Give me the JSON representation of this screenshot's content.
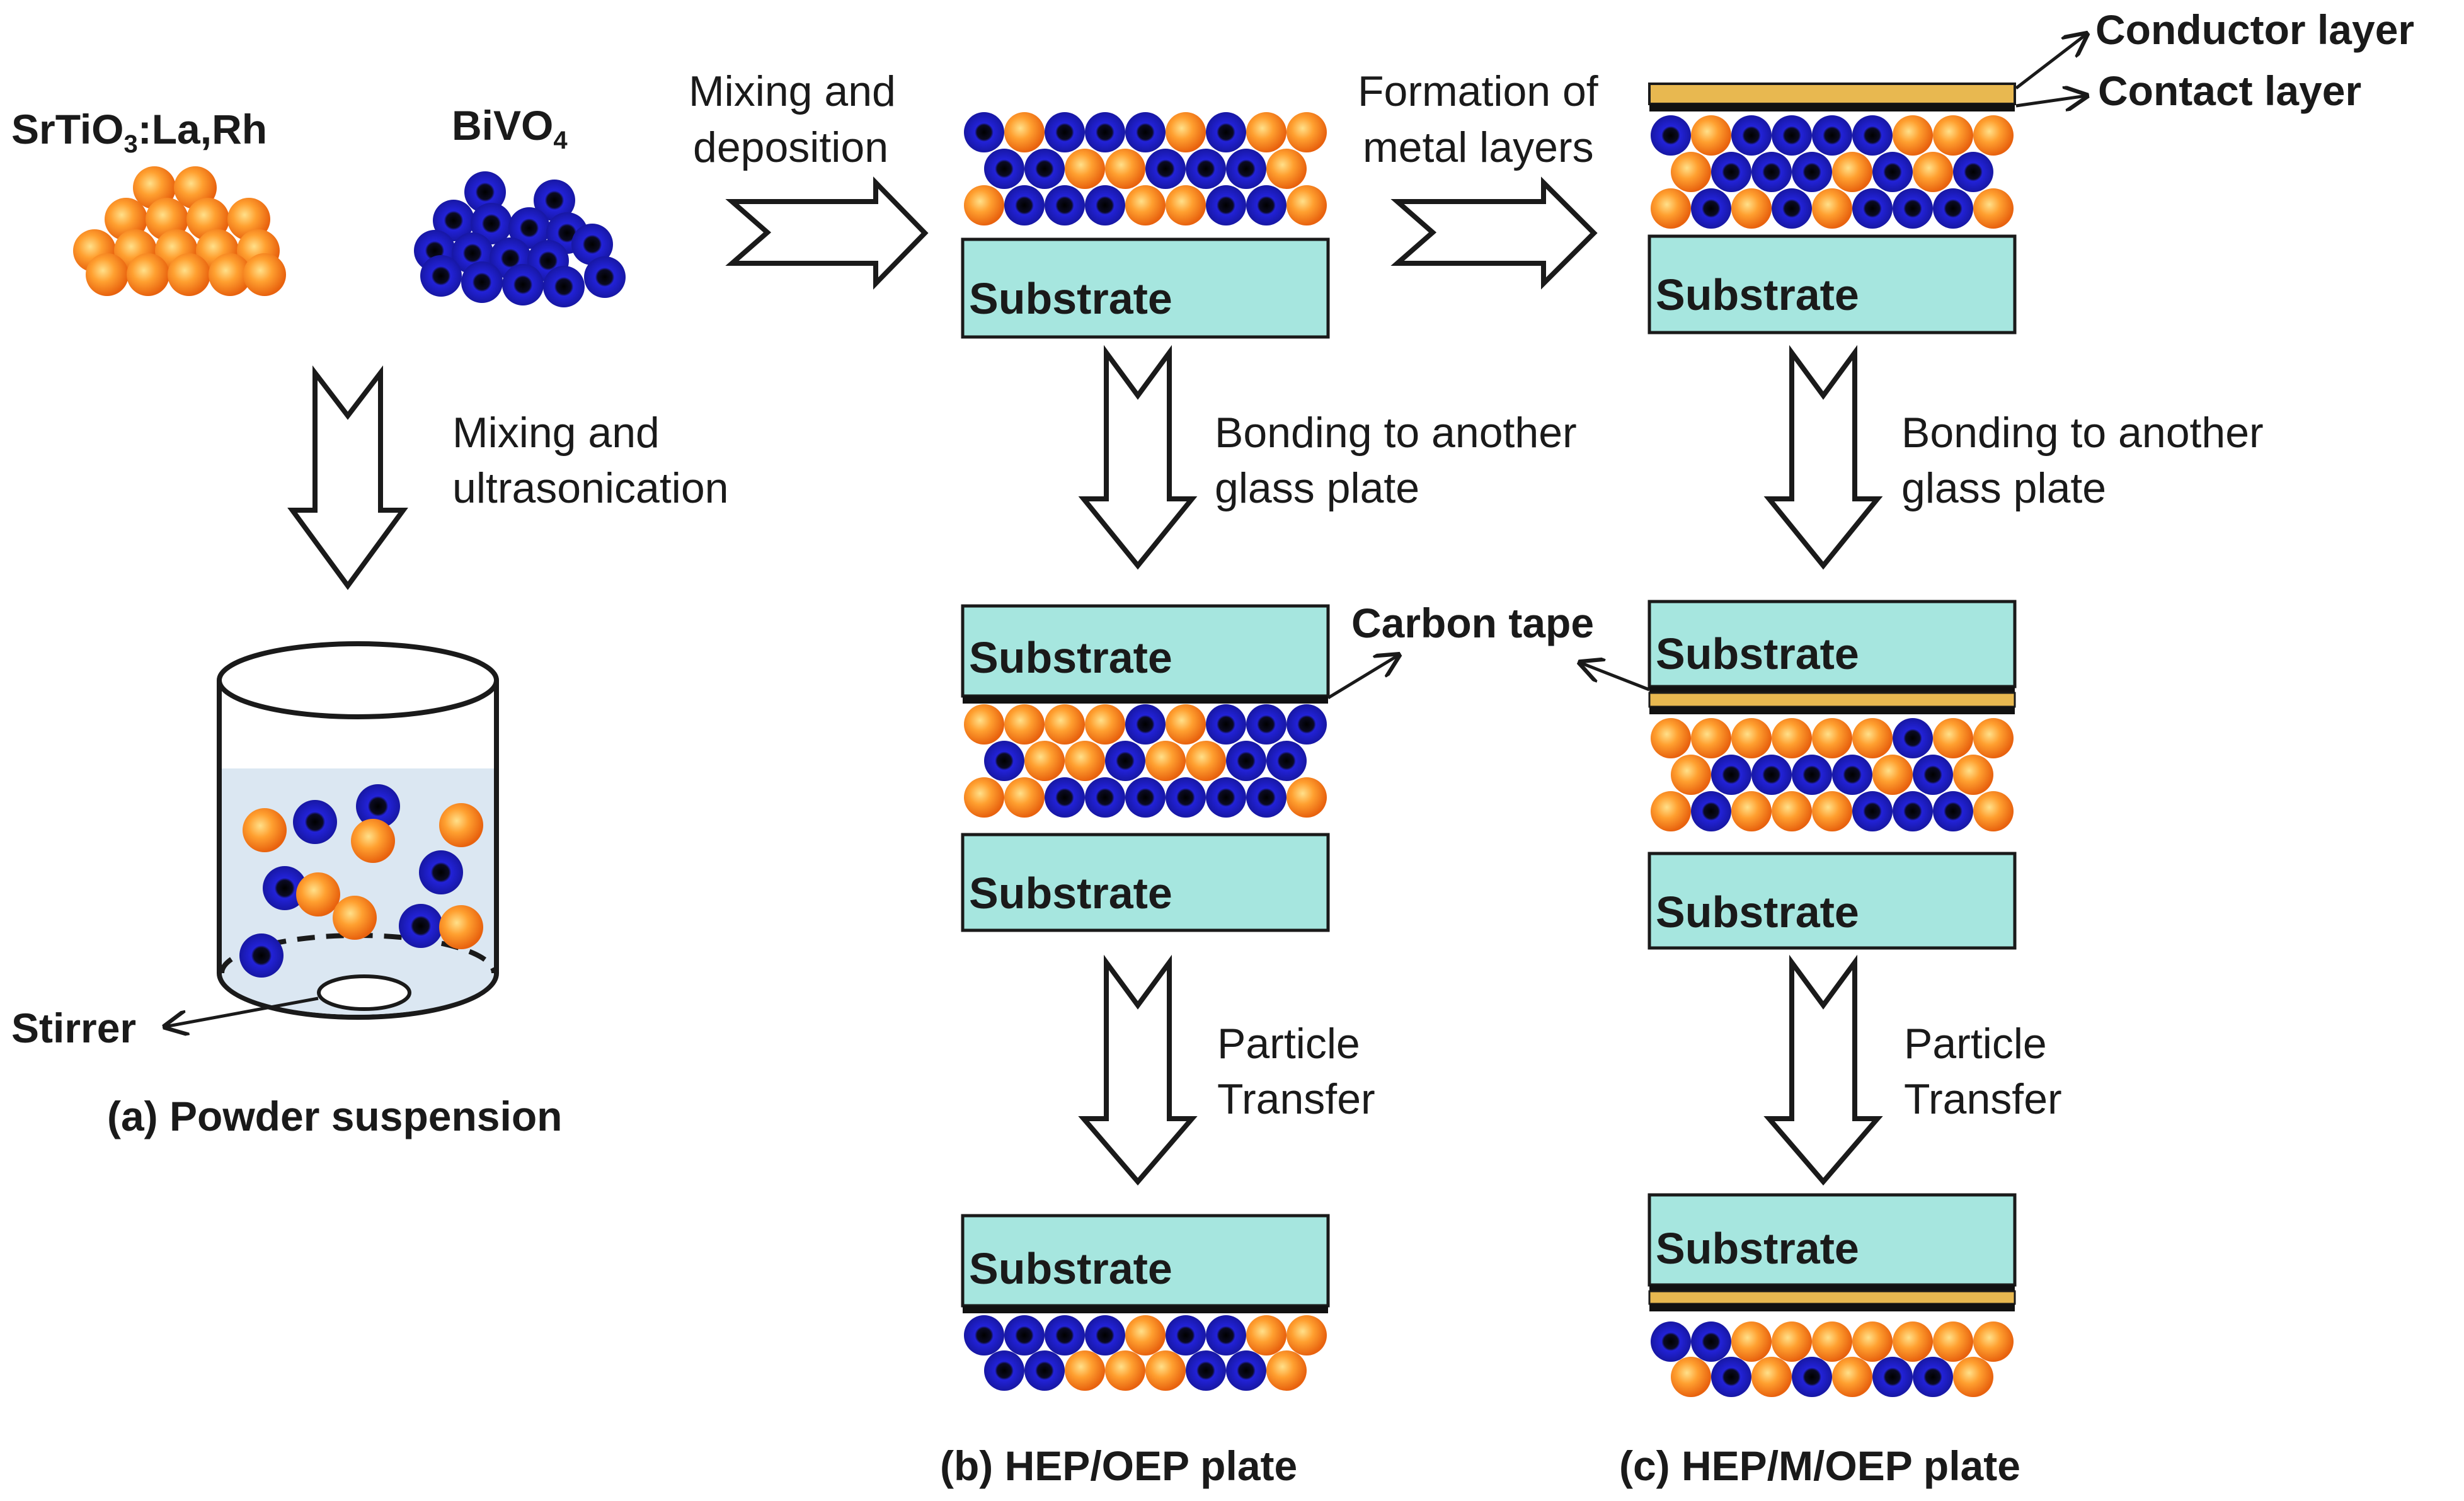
{
  "materials": {
    "hep_pre": "SrTiO",
    "hep_sub": "3",
    "hep_post": ":La,Rh",
    "oep_pre": "BiVO",
    "oep_sub": "4"
  },
  "steps": {
    "suspension_line1": "Mixing and",
    "suspension_line2": "ultrasonication",
    "deposition_line1": "Mixing and",
    "deposition_line2": "deposition",
    "metal_line1": "Formation of",
    "metal_line2": "metal layers",
    "bond_line1": "Bonding to another",
    "bond_line2": "glass plate",
    "transfer_line1": "Particle",
    "transfer_line2": "Transfer"
  },
  "labels": {
    "substrate": "Substrate",
    "conductor_layer": "Conductor layer",
    "contact_layer": "Contact layer",
    "carbon_tape": "Carbon tape",
    "stirrer": "Stirrer"
  },
  "captions": {
    "a": "(a) Powder suspension",
    "b": "(b) HEP/OEP plate",
    "c": "(c) HEP/M/OEP plate"
  },
  "colors": {
    "substrate_fill": "#a6e6df",
    "orange_particle": "#f0801a",
    "orange_core": "#ffd27a",
    "blue_particle": "#1a1ab8",
    "blue_core": "#0a0a10",
    "conductor_layer": "#e8b850",
    "contact_layer": "#111111",
    "liquid": "#dce8f2"
  }
}
